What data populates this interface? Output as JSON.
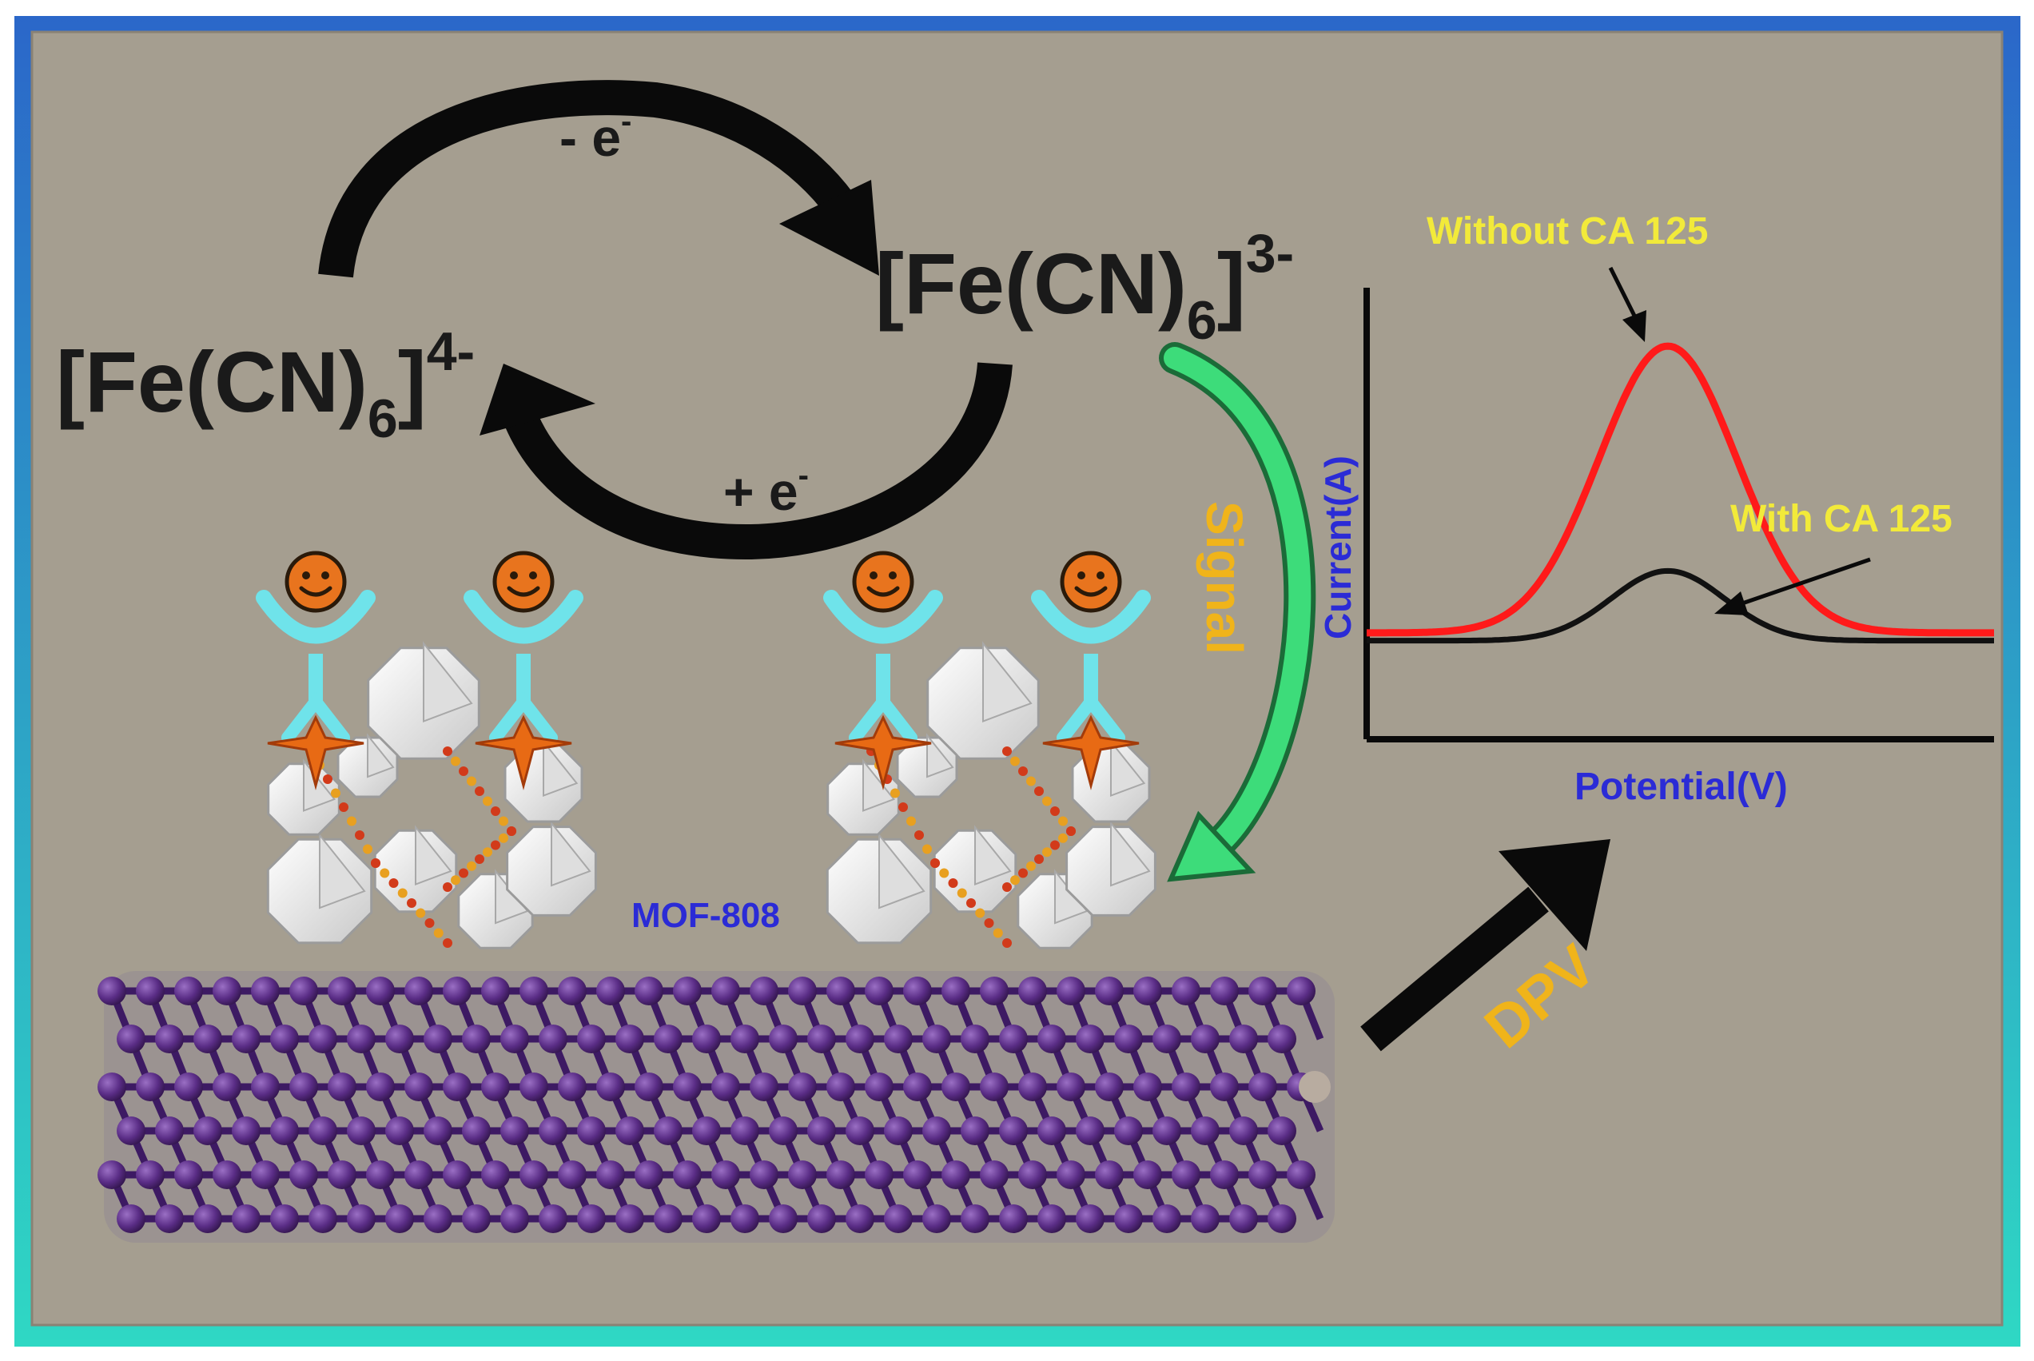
{
  "colors": {
    "background": "#a59e90",
    "frame_outer_top": "#2b67c9",
    "frame_outer_bottom": "#2fd8c4",
    "arrow": "#0a0a0a",
    "signal_arrow": "#3ddc7a",
    "label_yellow": "#f2ea3a",
    "label_orange": "#f0b41a",
    "label_blue": "#2b2bd6",
    "curve_without": "#ff1a1a",
    "curve_with": "#111111",
    "antibody": "#6fe3ea",
    "face": "#e8741e",
    "nanotube": "#5a2d86",
    "mof": "#f4f4f4"
  },
  "redox": {
    "species_ox": {
      "base": "[Fe(CN)",
      "sub": "6",
      "tail": "]",
      "sup": "3-"
    },
    "species_red": {
      "base": "[Fe(CN)",
      "sub": "6",
      "tail": "]",
      "sup": "4-"
    },
    "oxidation_label": {
      "base": "- e",
      "sup": "-"
    },
    "reduction_label": {
      "base": "+ e",
      "sup": "-"
    }
  },
  "labels": {
    "signal": "Signal",
    "mof": "MOF-808",
    "dpv": "DPV"
  },
  "chart_data": {
    "type": "line",
    "xlabel": "Potential(V)",
    "ylabel": "Current(A)",
    "xlim": [
      0,
      100
    ],
    "ylim": [
      0,
      100
    ],
    "series": [
      {
        "name": "Without CA 125",
        "baseline": 13,
        "peak_height": 87,
        "peak_x": 48,
        "width": 11,
        "x": [
          0,
          10,
          20,
          25,
          30,
          35,
          40,
          44,
          48,
          52,
          56,
          60,
          65,
          70,
          75,
          80,
          90,
          100
        ],
        "y": [
          13,
          13.3,
          16,
          20.5,
          30,
          45,
          63,
          78,
          87,
          78,
          63,
          45,
          30,
          20.5,
          16,
          13.8,
          13.2,
          13
        ]
      },
      {
        "name": "With CA 125",
        "baseline": 11,
        "peak_height": 29,
        "peak_x": 48,
        "width": 9,
        "x": [
          0,
          10,
          20,
          25,
          30,
          35,
          40,
          44,
          48,
          52,
          56,
          60,
          65,
          70,
          75,
          80,
          90,
          100
        ],
        "y": [
          11,
          11.1,
          11.8,
          12.8,
          15,
          19,
          24,
          27.5,
          29,
          27.5,
          24,
          19,
          15,
          12.8,
          11.8,
          11.3,
          11,
          11
        ]
      }
    ]
  }
}
